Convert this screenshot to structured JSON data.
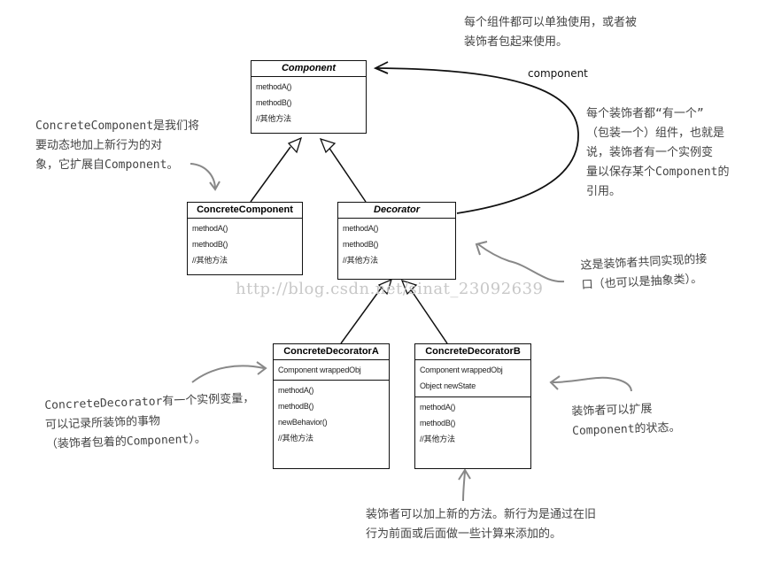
{
  "classes": {
    "component": {
      "name": "Component",
      "abstract": true,
      "methods": [
        "methodA()",
        "methodB()",
        "//其他方法"
      ]
    },
    "concrete_component": {
      "name": "ConcreteComponent",
      "abstract": false,
      "methods": [
        "methodA()",
        "methodB()",
        "//其他方法"
      ]
    },
    "decorator": {
      "name": "Decorator",
      "abstract": true,
      "methods": [
        "methodA()",
        "methodB()",
        "//其他方法"
      ]
    },
    "concrete_decorator_a": {
      "name": "ConcreteDecoratorA",
      "abstract": false,
      "fields": [
        "Component wrappedObj"
      ],
      "methods": [
        "methodA()",
        "methodB()",
        "newBehavior()",
        "//其他方法"
      ]
    },
    "concrete_decorator_b": {
      "name": "ConcreteDecoratorB",
      "abstract": false,
      "fields": [
        "Component wrappedObj",
        "Object newState"
      ],
      "methods": [
        "methodA()",
        "methodB()",
        "//其他方法"
      ]
    }
  },
  "association_label": "component",
  "notes": {
    "top": "每个组件都可以单独使用，或者被\n装饰者包起来使用。",
    "has_a": "每个装饰者都“有一个”\n（包装一个）组件，也就是\n说，装饰者有一个实例变\n量以保存某个Component的\n引用。",
    "concrete_component": "ConcreteComponent是我们将\n要动态地加上新行为的对\n象，它扩展自Component。",
    "interface": "这是装饰者共同实现的接\n口（也可以是抽象类）。",
    "instance_var": "ConcreteDecorator有一个实例变量，\n可以记录所装饰的事物\n（装饰者包着的Component）。",
    "extend_state": "装饰者可以扩展\nComponent的状态。",
    "new_methods": "装饰者可以加上新的方法。新行为是通过在旧\n行为前面或后面做一些计算来添加的。"
  },
  "watermark": "http://blog.csdn.net/sinat_23092639",
  "colors": {
    "line": "#111111",
    "note_text": "#444444",
    "annotation_arrow": "#888888",
    "watermark": "#c8c8c8"
  }
}
